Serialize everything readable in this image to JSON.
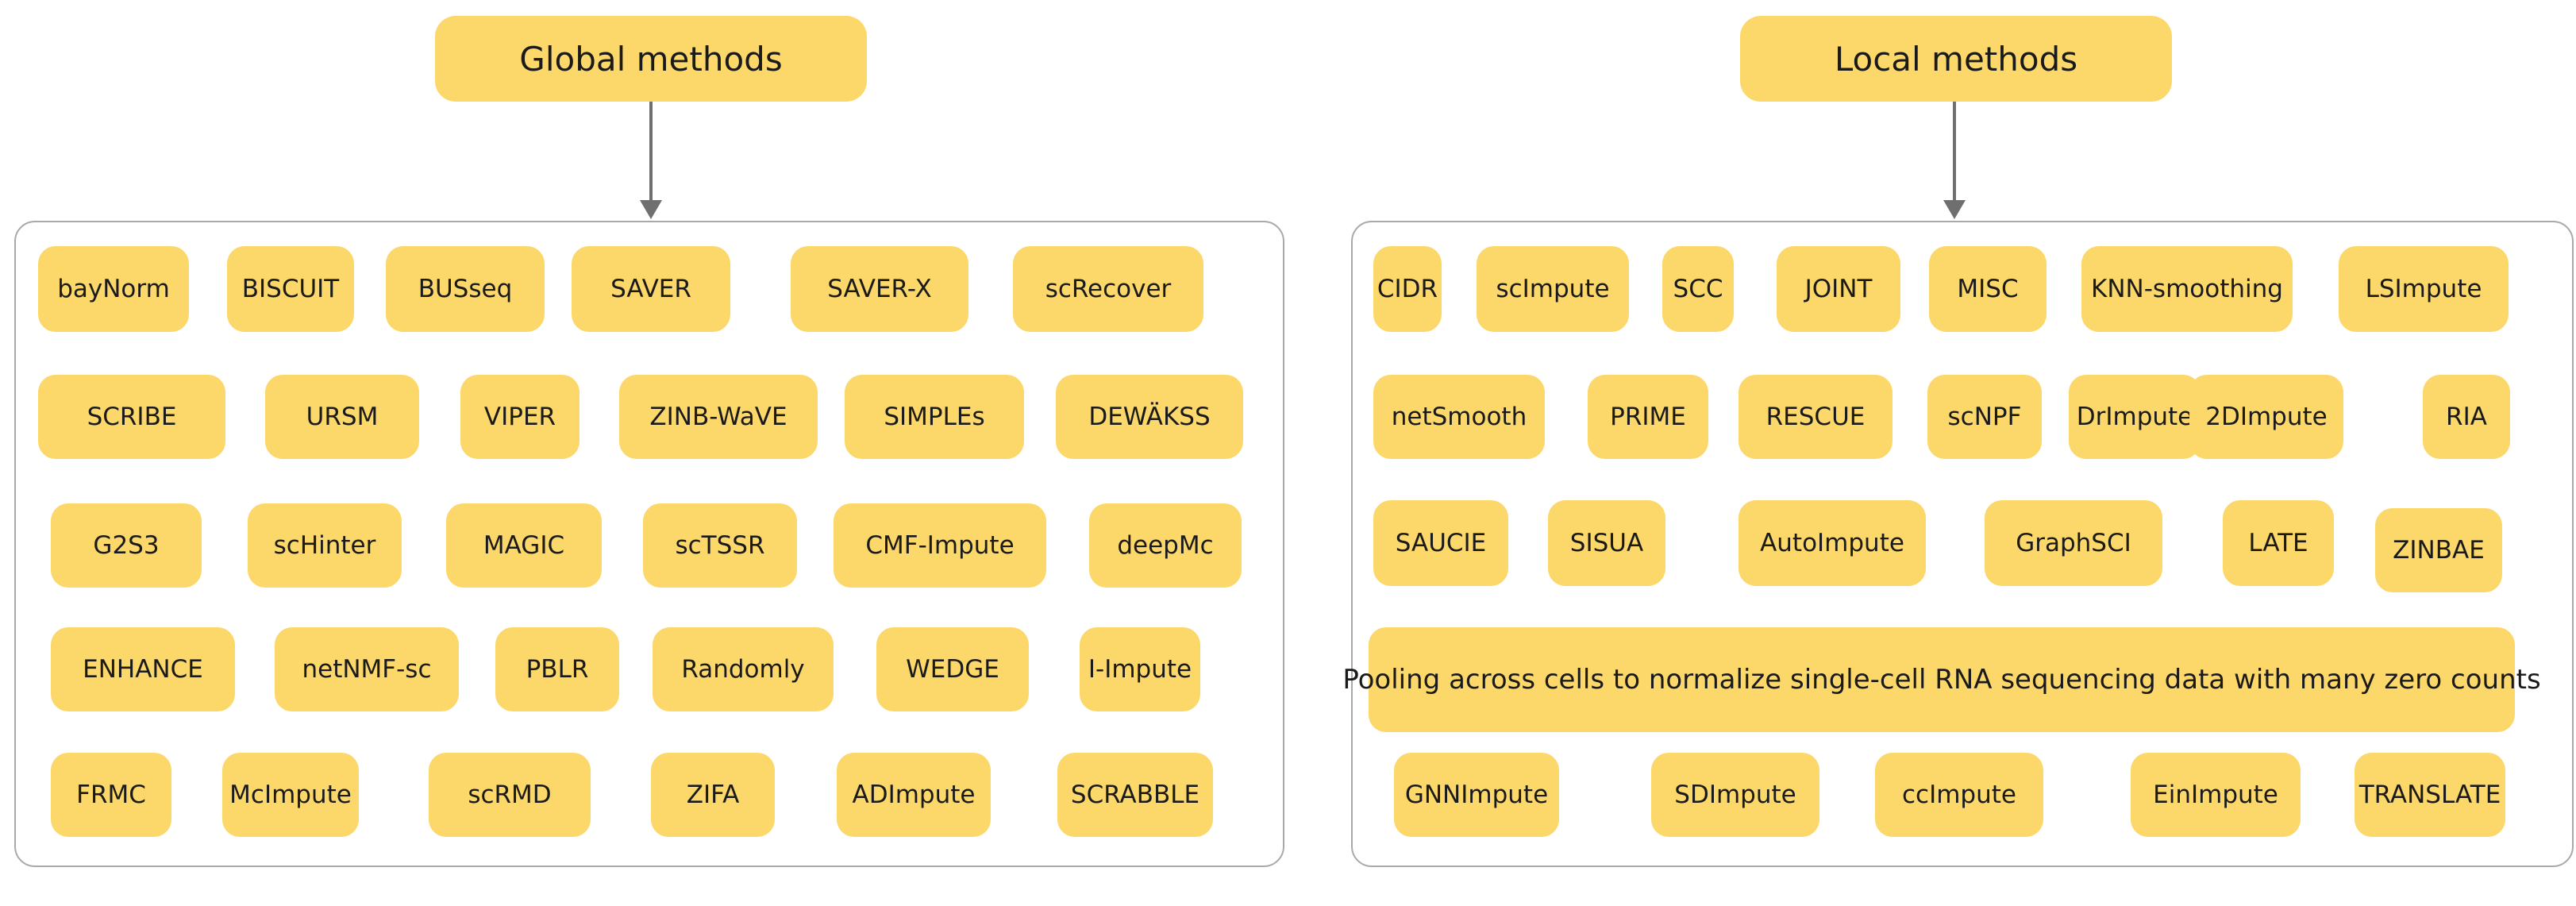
{
  "global": {
    "title": "Global methods",
    "rows": [
      [
        "bayNorm",
        "BISCUIT",
        "BUSseq",
        "SAVER",
        "SAVER-X",
        "scRecover"
      ],
      [
        "SCRIBE",
        "URSM",
        "VIPER",
        "ZINB-WaVE",
        "SIMPLEs",
        "DEWÄKSS"
      ],
      [
        "G2S3",
        "scHinter",
        "MAGIC",
        "scTSSR",
        "CMF-Impute",
        "deepMc"
      ],
      [
        "ENHANCE",
        "netNMF-sc",
        "PBLR",
        "Randomly",
        "WEDGE",
        "I-Impute"
      ],
      [
        "FRMC",
        "McImpute",
        "scRMD",
        "ZIFA",
        "ADImpute",
        "SCRABBLE"
      ]
    ]
  },
  "local": {
    "title": "Local methods",
    "rows": [
      [
        "CIDR",
        "scImpute",
        "SCC",
        "JOINT",
        "MISC",
        "KNN-smoothing",
        "LSImpute"
      ],
      [
        "netSmooth",
        "PRIME",
        "RESCUE",
        "scNPF",
        "DrImpute",
        "2DImpute",
        "RIA"
      ],
      [
        "SAUCIE",
        "SISUA",
        "AutoImpute",
        "GraphSCI",
        "LATE",
        "ZINBAE"
      ],
      [
        "Pooling across cells to normalize single-cell RNA sequencing data with many zero counts"
      ],
      [
        "GNNImpute",
        "SDImpute",
        "ccImpute",
        "EinImpute",
        "TRANSLATE"
      ]
    ]
  }
}
